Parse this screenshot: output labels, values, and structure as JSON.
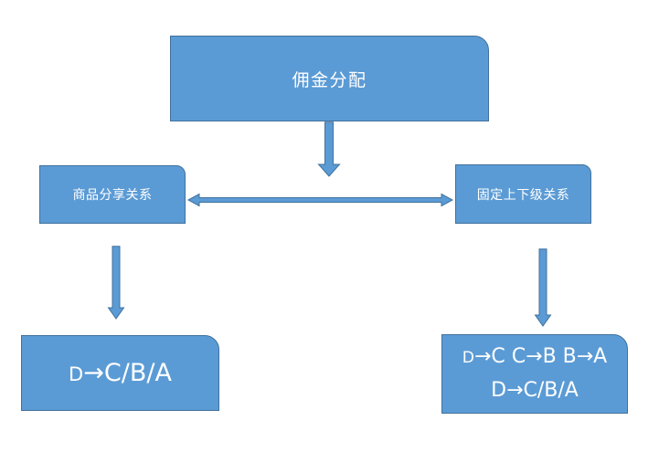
{
  "diagram": {
    "root": {
      "label": "佣金分配"
    },
    "share": {
      "label": "商品分享关系"
    },
    "fixed": {
      "label": "固定上下级关系"
    },
    "share_result": {
      "prefix": "D",
      "suffix": "→C/B/A"
    },
    "fixed_result": {
      "line1_prefix": "D",
      "line1_suffix": "→C C→B B→A",
      "line2": "D→C/B/A"
    },
    "colors": {
      "node_fill": "#5b9bd5",
      "node_border": "#41719c",
      "text": "#ffffff",
      "background": "#ffffff"
    }
  }
}
